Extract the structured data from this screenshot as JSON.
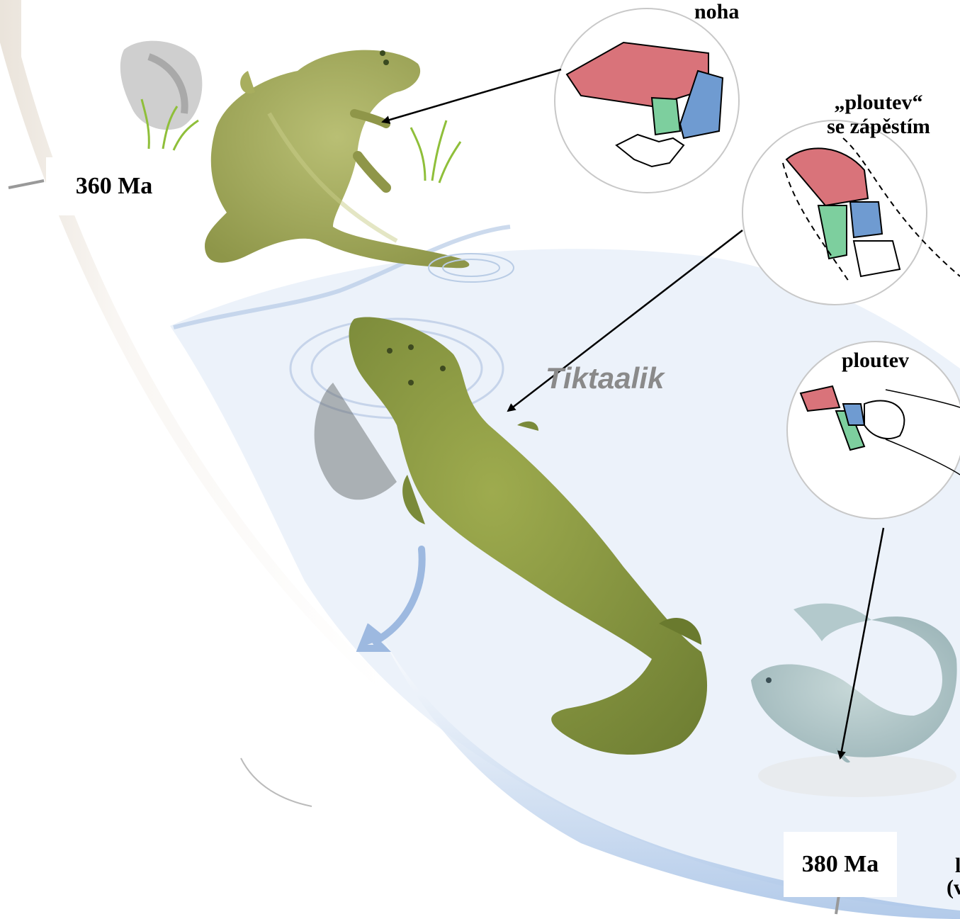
{
  "labels": {
    "noha": "noha",
    "ploutev_se_zapestim_line1": "„ploutev“",
    "ploutev_se_zapestim_line2": "se zápěstím",
    "ploutev": "ploutev",
    "tiktaalik": "Tiktaalik",
    "time_top": "360 Ma",
    "time_bottom": "380 Ma",
    "cut_off_1": "l",
    "cut_off_2": "(v"
  },
  "colors": {
    "bone_red": "#d9737a",
    "bone_green": "#7dcf9e",
    "bone_blue": "#6f9bd1",
    "creature_green": "#8a9a45",
    "fish_blue": "#a8c2c6",
    "water_blue": "#c9d9ee",
    "arrow_blue": "#9db9e0",
    "name_gray": "#8a8a8a"
  },
  "icons": [
    "tetrapod-creature",
    "tiktaalik-creature",
    "fish-creature",
    "limb-bone-diagram",
    "rock-icon",
    "plant-icon"
  ]
}
